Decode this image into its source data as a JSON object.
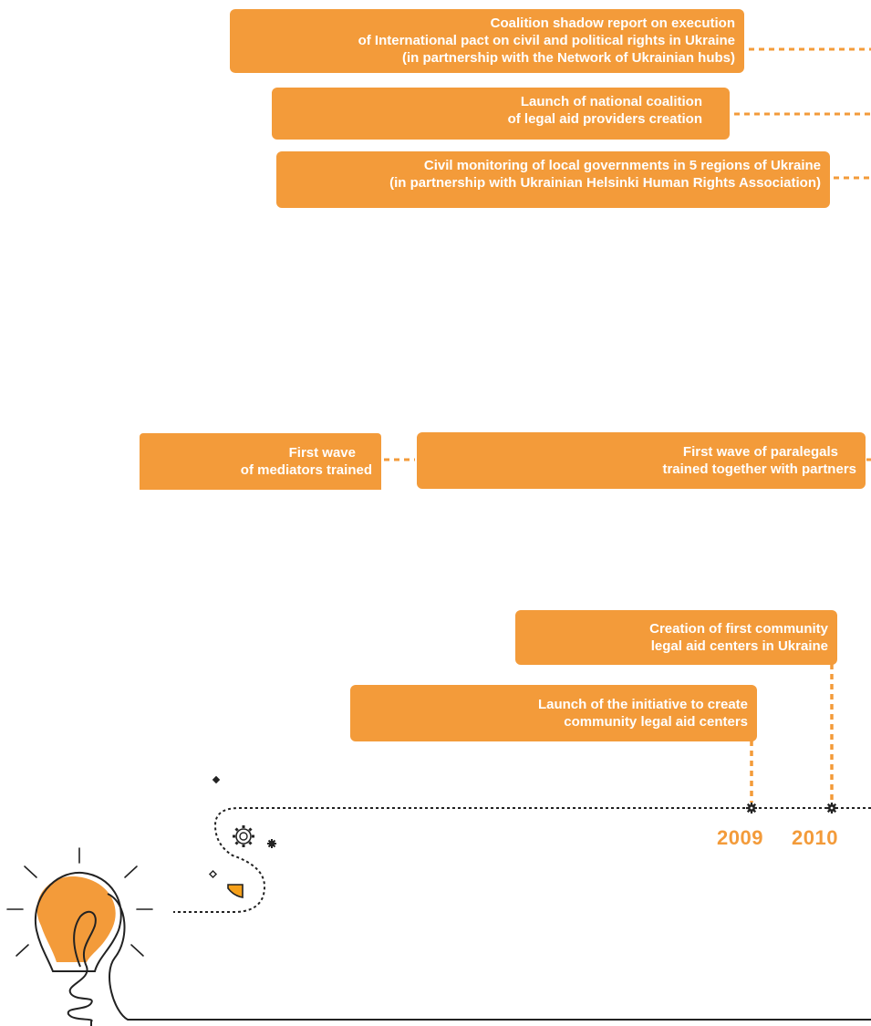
{
  "milestones": {
    "shadow_report": {
      "lines": [
        "Coalition shadow report on execution",
        "of International pact on civil and political rights in Ukraine",
        "(in partnership with the Network of Ukrainian hubs)"
      ]
    },
    "coalition_launch": {
      "lines": [
        "Launch of national coalition",
        "of legal aid providers creation"
      ]
    },
    "civil_monitoring": {
      "lines": [
        "Civil monitoring of local governments in 5 regions of Ukraine",
        "(in partnership with Ukrainian Helsinki Human Rights Association)"
      ]
    },
    "mediators": {
      "lines": [
        "First wave",
        "of mediators trained"
      ]
    },
    "paralegals": {
      "lines": [
        "First wave of paralegals",
        "trained together with partners"
      ]
    },
    "first_centers": {
      "lines": [
        "Creation of first community",
        "legal aid centers in Ukraine"
      ]
    },
    "initiative_launch": {
      "lines": [
        "Launch of the initiative  to create",
        "community legal aid centers"
      ]
    }
  },
  "years": [
    "2009",
    "2010"
  ],
  "colors": {
    "accent": "#f39b3a",
    "text_on_accent": "#ffffff",
    "line": "#222222"
  },
  "icons": [
    "lightbulb-icon",
    "gear-icon",
    "diamond-icon"
  ]
}
